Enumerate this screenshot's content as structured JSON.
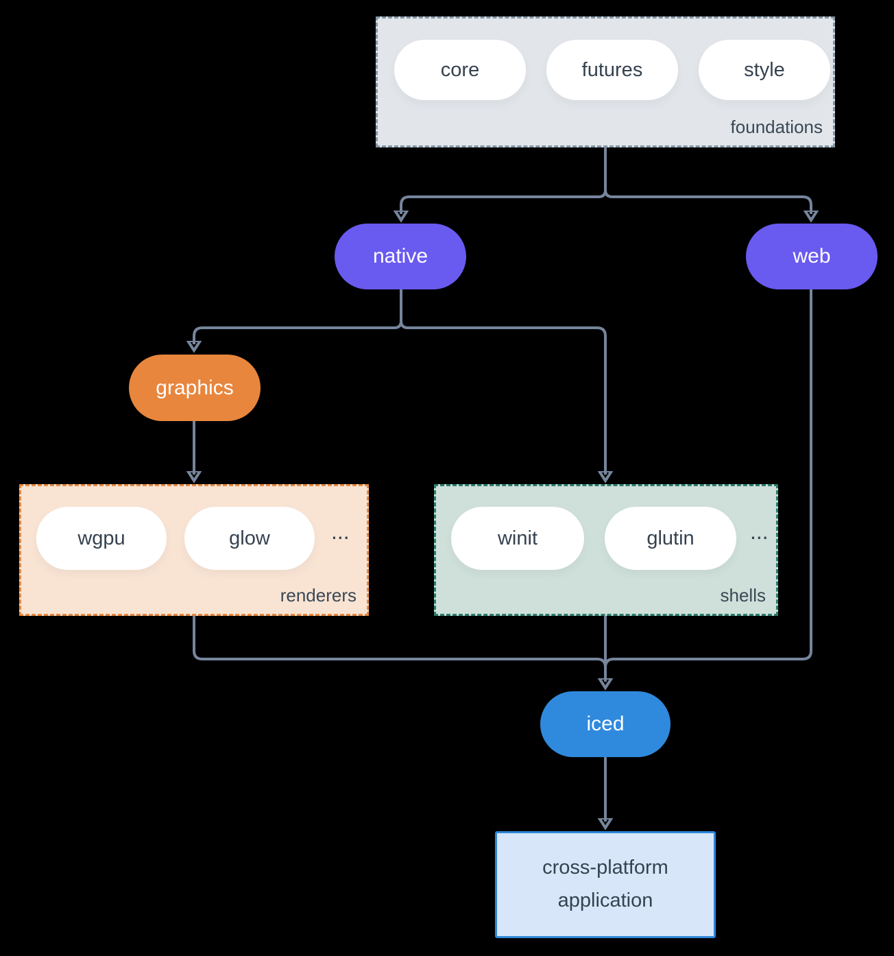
{
  "diagram": {
    "foundations": {
      "label": "foundations",
      "pills": {
        "core": "core",
        "futures": "futures",
        "style": "style"
      }
    },
    "native": "native",
    "web": "web",
    "graphics": "graphics",
    "renderers": {
      "label": "renderers",
      "pills": {
        "wgpu": "wgpu",
        "glow": "glow"
      },
      "more": "..."
    },
    "shells": {
      "label": "shells",
      "pills": {
        "winit": "winit",
        "glutin": "glutin"
      },
      "more": "..."
    },
    "iced": "iced",
    "application": "cross-platform application"
  },
  "colors": {
    "background": "#000000",
    "foundations_fill": "#e2e6ea",
    "foundations_border": "#8495a6",
    "renderers_fill": "#f9e4d4",
    "renderers_border": "#e8883f",
    "shells_fill": "#cfe0da",
    "shells_border": "#2b7d6d",
    "purple_node": "#695af0",
    "orange_node": "#e8863d",
    "blue_node": "#2f8ade",
    "app_fill": "#d7e7f9",
    "app_border": "#2e86d8",
    "edge": "#76859c",
    "text_dark": "#35424f",
    "text_light": "#ffffff"
  }
}
